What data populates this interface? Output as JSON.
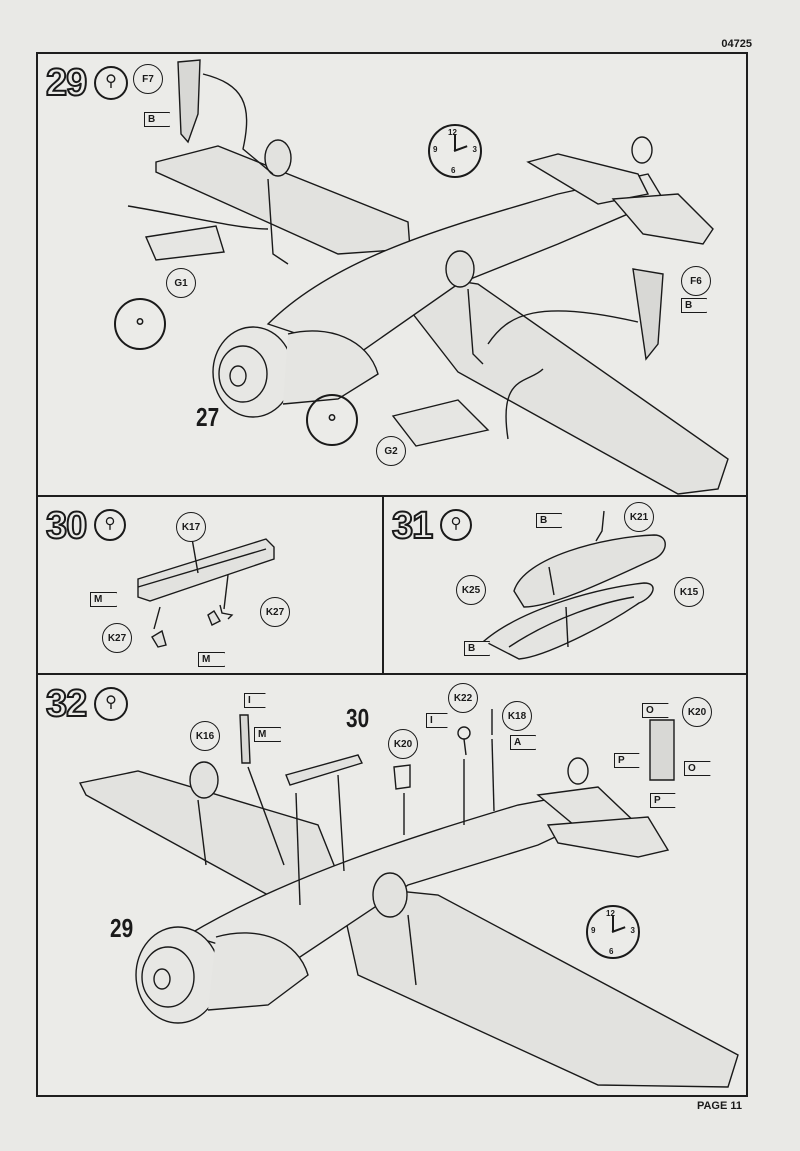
{
  "document": {
    "code": "04725",
    "page_label": "PAGE 11"
  },
  "steps": [
    {
      "number": "29",
      "parts": [
        "F7",
        "G1",
        "F6",
        "G2"
      ],
      "paint_flags": [
        "B",
        "B"
      ],
      "ref_assembly": "27",
      "icons": [
        "glue-icon",
        "clock-icon",
        "decal-icon",
        "decal-icon"
      ]
    },
    {
      "number": "30",
      "parts": [
        "K17",
        "K27",
        "K27"
      ],
      "paint_flags": [
        "M",
        "M"
      ],
      "icons": [
        "glue-icon"
      ]
    },
    {
      "number": "31",
      "parts": [
        "K21",
        "K25",
        "K15"
      ],
      "paint_flags": [
        "B",
        "B"
      ],
      "icons": [
        "glue-icon"
      ]
    },
    {
      "number": "32",
      "parts": [
        "K16",
        "K22",
        "K18",
        "K20",
        "K20"
      ],
      "paint_flags": [
        "I",
        "M",
        "I",
        "A",
        "O",
        "O",
        "P",
        "P"
      ],
      "ref_assemblies": [
        "30",
        "29"
      ],
      "icons": [
        "glue-icon",
        "clock-icon"
      ]
    }
  ],
  "clock": {
    "numerals": [
      "12",
      "3",
      "6",
      "9"
    ]
  },
  "colors": {
    "paper": "#e9e9e6",
    "ink": "#1a1a1a"
  }
}
